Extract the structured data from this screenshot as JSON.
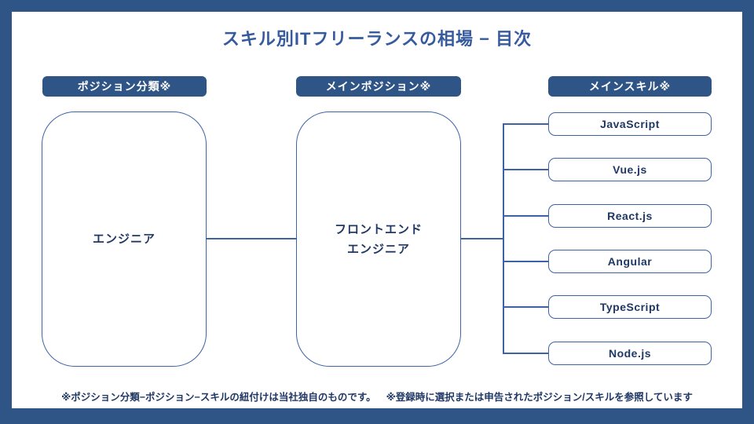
{
  "slide": {
    "title": "スキル別ITフリーランスの相場 − 目次"
  },
  "colors": {
    "frame": "#2f5486",
    "pill": "#2f5486",
    "title": "#365a9e",
    "line": "#3d63a6",
    "text": "#203864"
  },
  "columns": {
    "position_category": {
      "header": "ポジション分類※",
      "node": "エンジニア"
    },
    "main_position": {
      "header": "メインポジション※",
      "node_line1": "フロントエンド",
      "node_line2": "エンジニア"
    },
    "main_skill": {
      "header": "メインスキル※",
      "items": [
        {
          "label": "JavaScript"
        },
        {
          "label": "Vue.js"
        },
        {
          "label": "React.js"
        },
        {
          "label": "Angular"
        },
        {
          "label": "TypeScript"
        },
        {
          "label": "Node.js"
        }
      ]
    }
  },
  "footer": {
    "note1": "※ポジション分類−ポジション−スキルの紐付けは当社独自のものです。",
    "note2": "※登録時に選択または申告されたポジション/スキルを参照しています"
  }
}
